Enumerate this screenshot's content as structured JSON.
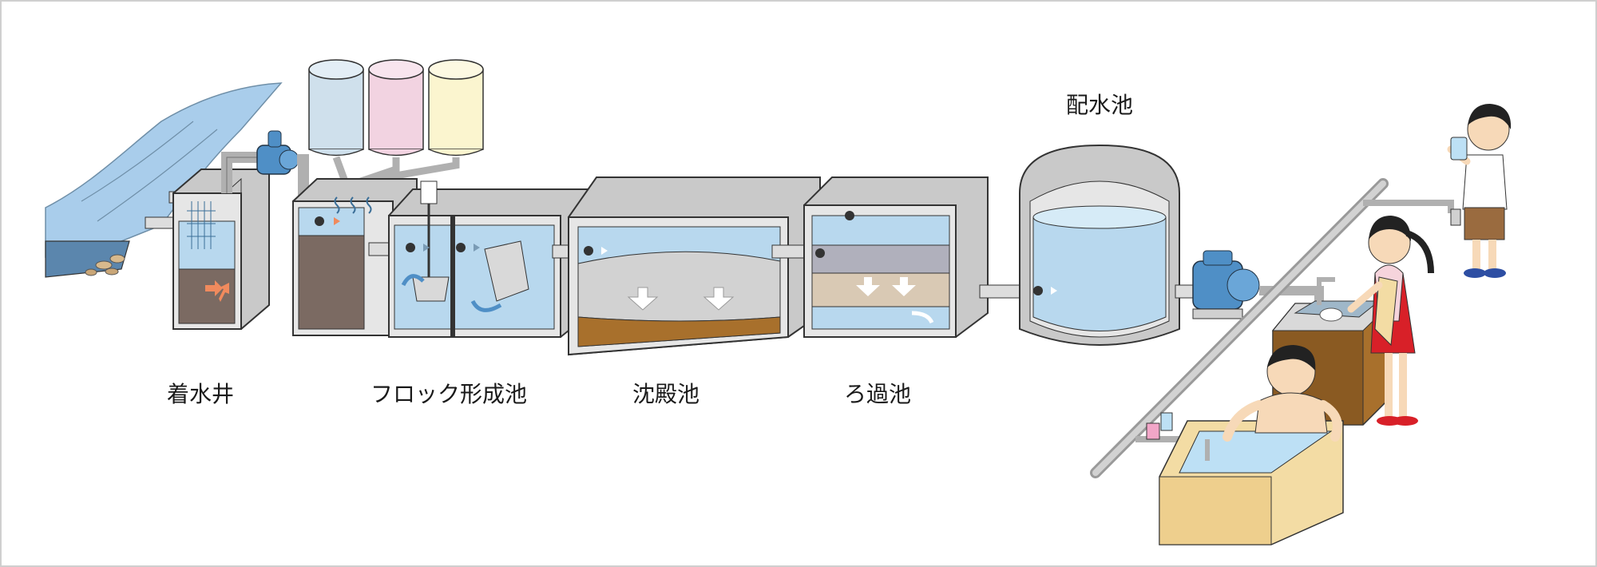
{
  "diagram": {
    "stages": [
      {
        "id": "receiving-well",
        "label": "着水井"
      },
      {
        "id": "floc-tank",
        "label": "フロック形成池"
      },
      {
        "id": "sedimentation-tank",
        "label": "沈殿池"
      },
      {
        "id": "filtration-tank",
        "label": "ろ過池"
      },
      {
        "id": "distribution-reservoir",
        "label": "配水池"
      }
    ],
    "colors": {
      "water": "#bcdff3",
      "water_deep": "#8fbfe0",
      "wall": "#c9c9c9",
      "wall_dark": "#9a9a9a",
      "outline": "#333333",
      "pump": "#4f8fc6",
      "arrow_orange": "#f08a5d",
      "sludge": "#a8702c",
      "tank_blue": "#cfe0ec",
      "tank_pink": "#f2d3e1",
      "tank_yellow": "#fbf5cf",
      "bathtub": "#f3dca4"
    }
  }
}
